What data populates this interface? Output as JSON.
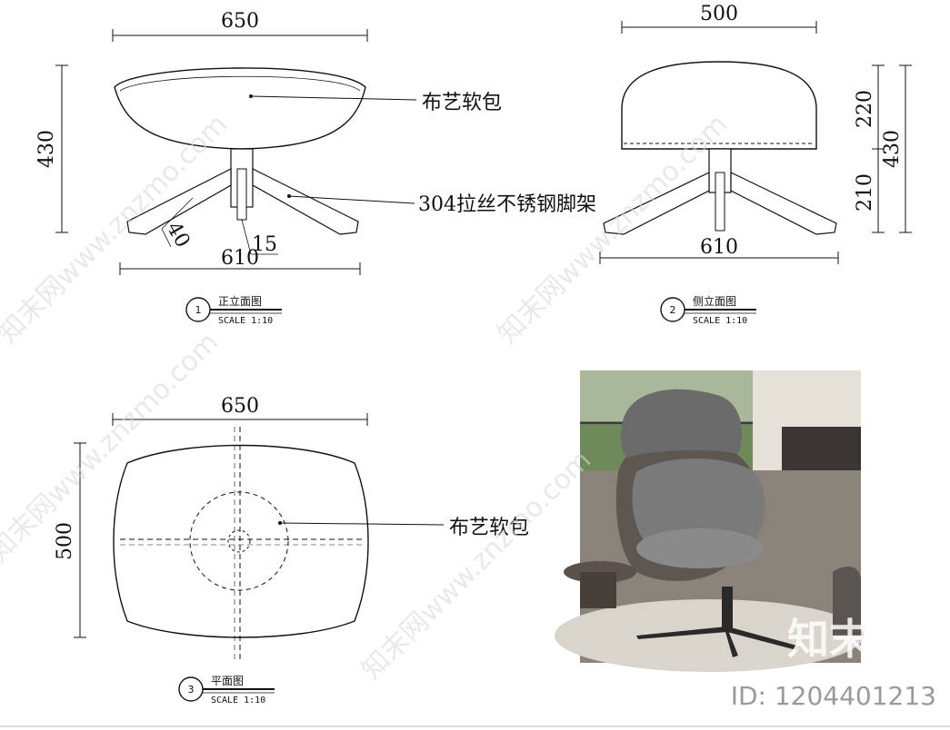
{
  "front_view": {
    "width_dim": "650",
    "height_dim": "430",
    "base_dim": "610",
    "leg_width_dim": "40",
    "stem_dim": "15",
    "callout_cushion": "布艺软包",
    "callout_frame": "304拉丝不锈钢脚架",
    "title": "正立面图",
    "scale": "SCALE 1:10",
    "number": "1"
  },
  "side_view": {
    "width_dim": "500",
    "upper_dim": "220",
    "lower_dim": "210",
    "total_dim": "430",
    "base_dim": "610",
    "title": "侧立面图",
    "scale": "SCALE 1:10",
    "number": "2"
  },
  "plan_view": {
    "width_dim": "650",
    "depth_dim": "500",
    "callout_cushion": "布艺软包",
    "title": "平面图",
    "scale": "SCALE 1:10",
    "number": "3"
  },
  "photo": {
    "logo_text": "知末"
  },
  "footer": {
    "id_text": "ID: 1204401213"
  },
  "watermark": {
    "text": "知末网www.znzmo.com"
  }
}
